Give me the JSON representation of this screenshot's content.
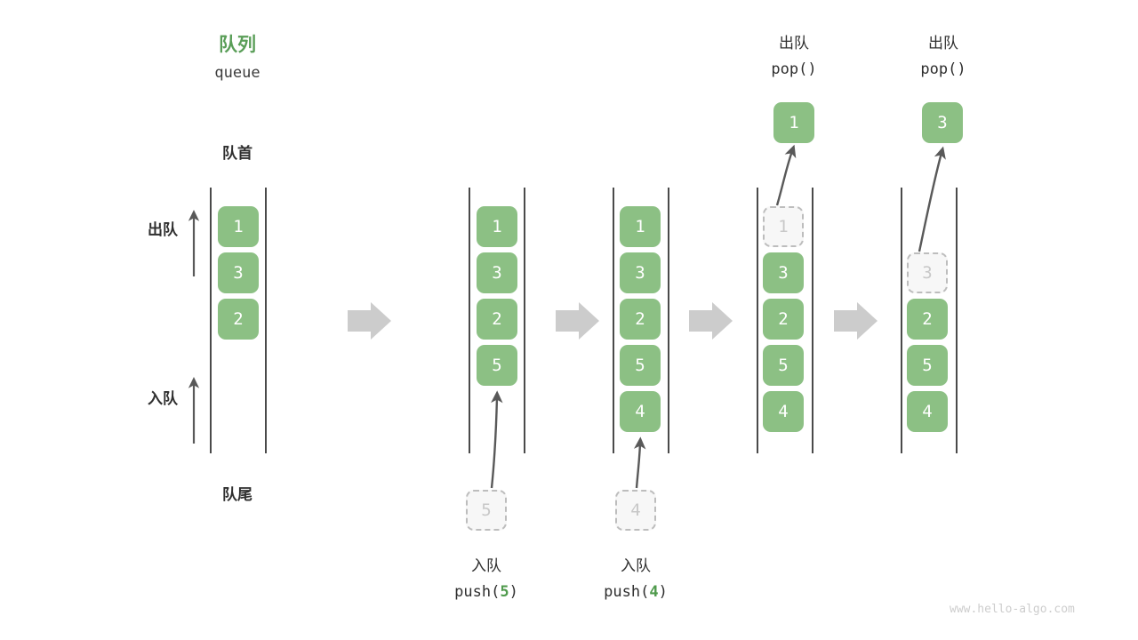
{
  "meta": {
    "watermark": "www.hello-algo.com",
    "colors": {
      "node_green": "#8cc084",
      "title_green": "#5a9e58",
      "ghost_border": "#bdbdbd",
      "ghost_text": "#c8c8c8",
      "rail": "#4a4a4a",
      "step_arrow": "#cccccc",
      "text_dark": "#2f2f2f"
    }
  },
  "title": {
    "cn": "队列",
    "en": "queue"
  },
  "labels": {
    "front": "队首",
    "rear": "队尾",
    "dequeue_side": "出队",
    "enqueue_side": "入队"
  },
  "operations": {
    "push5": {
      "cn": "入队",
      "fn_open": "push(",
      "arg": "5",
      "fn_close": ")"
    },
    "push4": {
      "cn": "入队",
      "fn_open": "push(",
      "arg": "4",
      "fn_close": ")"
    },
    "pop1": {
      "cn": "出队",
      "code": "pop()"
    },
    "pop2": {
      "cn": "出队",
      "code": "pop()"
    }
  },
  "columns": [
    {
      "id": "initial",
      "nodes": [
        {
          "value": "1",
          "ghost": false
        },
        {
          "value": "3",
          "ghost": false
        },
        {
          "value": "2",
          "ghost": false
        }
      ]
    },
    {
      "id": "after-push-5",
      "nodes": [
        {
          "value": "1",
          "ghost": false
        },
        {
          "value": "3",
          "ghost": false
        },
        {
          "value": "2",
          "ghost": false
        },
        {
          "value": "5",
          "ghost": false
        }
      ],
      "incoming": {
        "value": "5",
        "ghost": true
      }
    },
    {
      "id": "after-push-4",
      "nodes": [
        {
          "value": "1",
          "ghost": false
        },
        {
          "value": "3",
          "ghost": false
        },
        {
          "value": "2",
          "ghost": false
        },
        {
          "value": "5",
          "ghost": false
        },
        {
          "value": "4",
          "ghost": false
        }
      ],
      "incoming": {
        "value": "4",
        "ghost": true
      }
    },
    {
      "id": "after-pop-1",
      "nodes": [
        {
          "value": "1",
          "ghost": true
        },
        {
          "value": "3",
          "ghost": false
        },
        {
          "value": "2",
          "ghost": false
        },
        {
          "value": "5",
          "ghost": false
        },
        {
          "value": "4",
          "ghost": false
        }
      ],
      "outgoing": {
        "value": "1",
        "ghost": false
      }
    },
    {
      "id": "after-pop-3",
      "nodes": [
        {
          "value": "3",
          "ghost": true
        },
        {
          "value": "2",
          "ghost": false
        },
        {
          "value": "5",
          "ghost": false
        },
        {
          "value": "4",
          "ghost": false
        }
      ],
      "outgoing": {
        "value": "3",
        "ghost": false
      }
    }
  ]
}
